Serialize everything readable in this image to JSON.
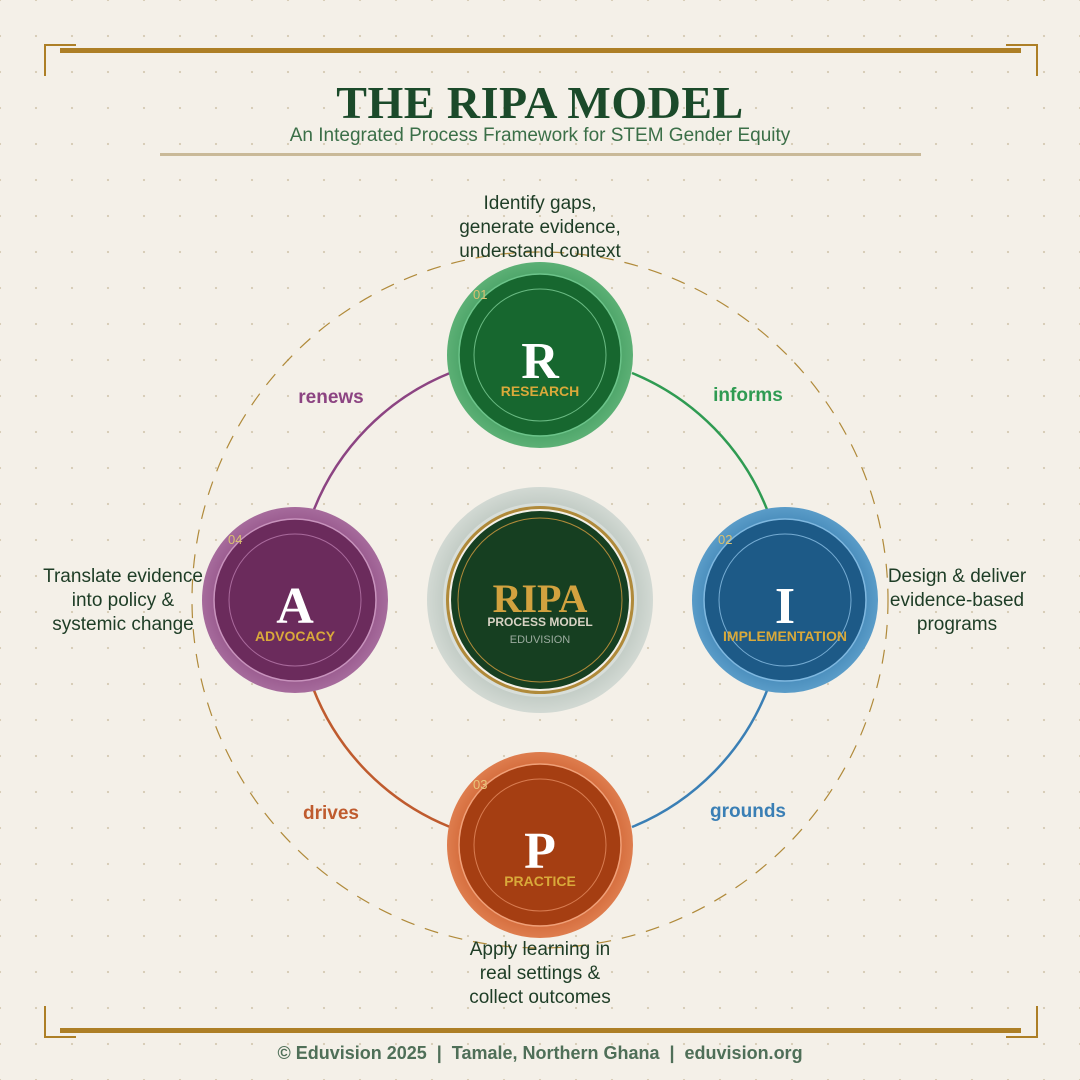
{
  "header": {
    "title": "THE RIPA MODEL",
    "subtitle": "An Integrated Process Framework for STEM Gender Equity"
  },
  "center": {
    "title": "RIPA",
    "subtitle": "PROCESS MODEL",
    "brand": "EDUVISION"
  },
  "nodes": [
    {
      "id": "research",
      "number": "01",
      "letter": "R",
      "label": "RESEARCH",
      "description": [
        "Identify gaps,",
        "generate evidence,",
        "understand context"
      ],
      "color": "#17672f"
    },
    {
      "id": "implementation",
      "number": "02",
      "letter": "I",
      "label": "IMPLEMENTATION",
      "description": [
        "Design & deliver",
        "evidence-based",
        "programs"
      ],
      "color": "#1d5a87"
    },
    {
      "id": "practice",
      "number": "03",
      "letter": "P",
      "label": "PRACTICE",
      "description": [
        "Apply learning in",
        "real settings &",
        "collect outcomes"
      ],
      "color": "#a53e12"
    },
    {
      "id": "advocacy",
      "number": "04",
      "letter": "A",
      "label": "ADVOCACY",
      "description": [
        "Translate evidence",
        "into policy &",
        "systemic change"
      ],
      "color": "#6b2b5c"
    }
  ],
  "connectors": [
    {
      "label": "informs",
      "color": "#2f9b52"
    },
    {
      "label": "grounds",
      "color": "#3a7fb5"
    },
    {
      "label": "drives",
      "color": "#bf5b2e"
    },
    {
      "label": "renews",
      "color": "#8c4482"
    }
  ],
  "colors": {
    "gold": "#ad7f26",
    "label_gold": "#d9a93a",
    "text_dark": "#1b4a2a"
  },
  "footer": {
    "text": "© Eduvision 2025  |  Tamale, Northern Ghana  |  eduvision.org"
  }
}
